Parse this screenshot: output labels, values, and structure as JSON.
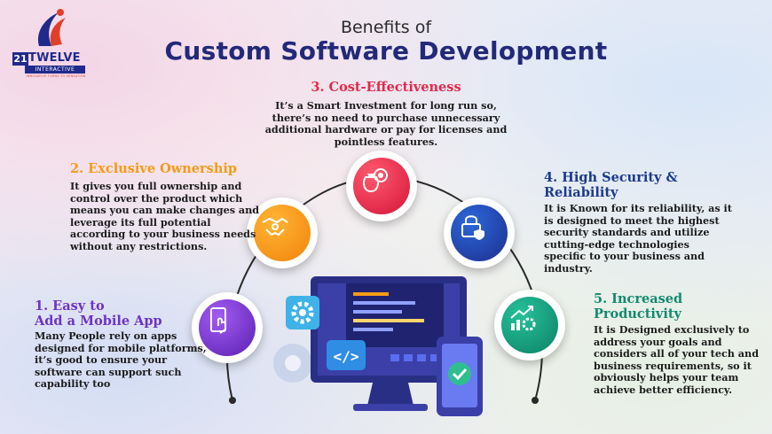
{
  "logo": {
    "number": "21",
    "name": "TWELVE",
    "sub": "INTERACTIVE",
    "tagline": "INNOVATIVE TURNS TO SENSATION"
  },
  "header": {
    "subtitle": "Benefits of",
    "title": "Custom Software Development"
  },
  "benefits": [
    {
      "heading_lines": [
        "1. Easy to",
        "Add a Mobile App"
      ],
      "body": "Many People rely on apps designed for mobile platforms, it’s good to ensure your software can support such capability too",
      "icon": "mobile-touch-icon",
      "color": "#6f33c4"
    },
    {
      "heading_lines": [
        "2. Exclusive Ownership"
      ],
      "body": "It gives you full ownership and control over the product which means you can make changes and leverage its full potential according to your business needs without any restrictions.",
      "icon": "handshake-icon",
      "color": "#f49b16"
    },
    {
      "heading_lines": [
        "3. Cost-Effectiveness"
      ],
      "body": "It’s a Smart Investment for long run so, there’s no need to purchase unnecessary additional hardware or pay for licenses and pointless features.",
      "icon": "money-bag-target-icon",
      "color": "#e2294a"
    },
    {
      "heading_lines": [
        "4. High Security &",
        "Reliability"
      ],
      "body": "It is Known for its reliability, as it is designed to meet the highest security standards and utilize cutting-edge technologies specific to your business and industry.",
      "icon": "lock-shield-icon",
      "color": "#1c3a8c"
    },
    {
      "heading_lines": [
        "5. Increased",
        "Productivity"
      ],
      "body": "It is Designed exclusively to address your goals and considers all of your tech and business requirements, so it obviously helps your team achieve better efficiency.",
      "icon": "growth-chart-gear-icon",
      "color": "#138a6f"
    }
  ]
}
